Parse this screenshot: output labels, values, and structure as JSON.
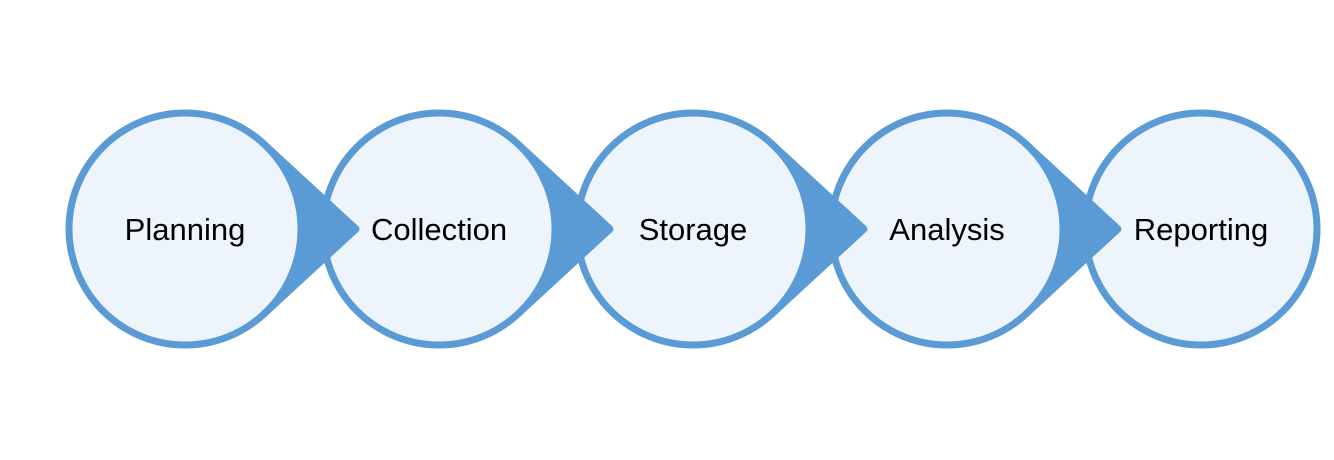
{
  "diagram": {
    "stages": [
      {
        "label": "Planning"
      },
      {
        "label": "Collection"
      },
      {
        "label": "Storage"
      },
      {
        "label": "Analysis"
      },
      {
        "label": "Reporting"
      }
    ],
    "colors": {
      "stroke": "#5B9BD5",
      "fill": "#EEF4FB",
      "arrow": "#5B9BD5",
      "text": "#000000"
    }
  }
}
